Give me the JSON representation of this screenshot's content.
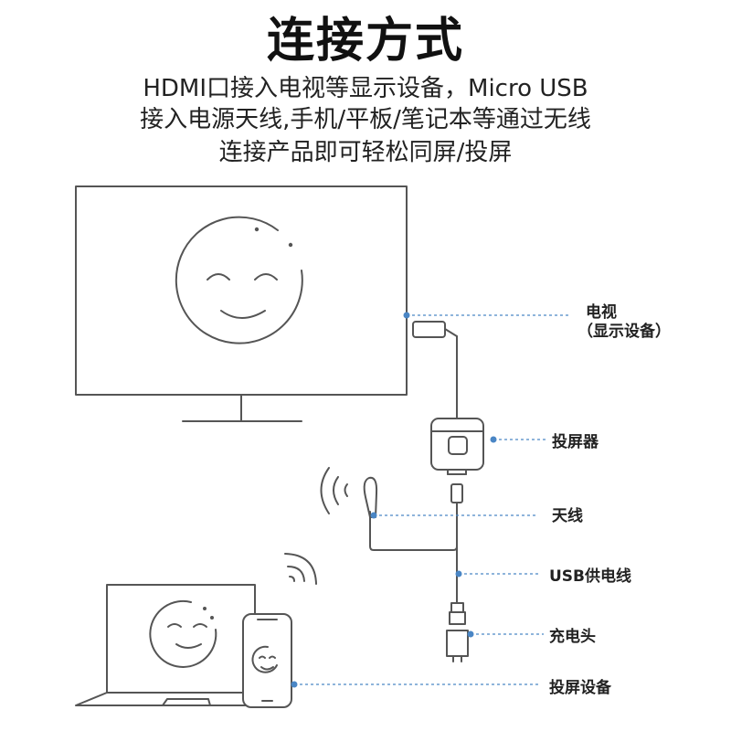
{
  "title": "连接方式",
  "description": [
    "HDMI口接入电视等显示设备，Micro USB",
    "接入电源天线,手机/平板/笔记本等通过无线",
    "连接产品即可轻松同屏/投屏"
  ],
  "labels": {
    "tv": "电视",
    "tv_sub": "（显示设备）",
    "projector": "投屏器",
    "antenna": "天线",
    "usb_cable": "USB供电线",
    "charger": "充电头",
    "cast_device": "投屏设备"
  },
  "colors": {
    "line": "#555555",
    "accent": "#4a86c5",
    "text": "#222222"
  }
}
